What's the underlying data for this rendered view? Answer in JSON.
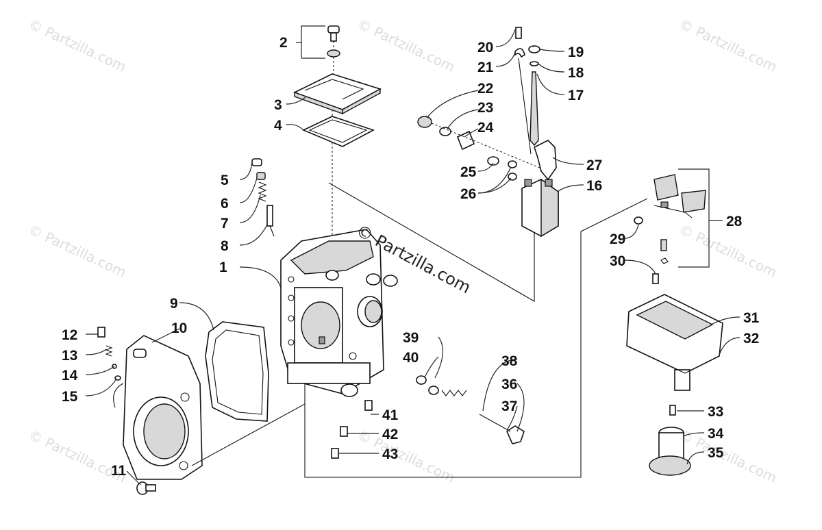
{
  "watermarks": {
    "corner_text": "© Partzilla.com",
    "center_text": "© Partzilla.com"
  },
  "callouts": [
    "1",
    "2",
    "3",
    "4",
    "5",
    "6",
    "7",
    "8",
    "9",
    "10",
    "11",
    "12",
    "13",
    "14",
    "15",
    "16",
    "17",
    "18",
    "19",
    "20",
    "21",
    "22",
    "23",
    "24",
    "25",
    "26",
    "27",
    "28",
    "29",
    "30",
    "31",
    "32",
    "33",
    "34",
    "35",
    "36",
    "37",
    "38",
    "39",
    "40",
    "41",
    "42",
    "43"
  ],
  "colors": {
    "line": "#111111",
    "fill": "#ffffff",
    "shade": "#d8d8d8",
    "watermark": "#dcdcdc"
  }
}
